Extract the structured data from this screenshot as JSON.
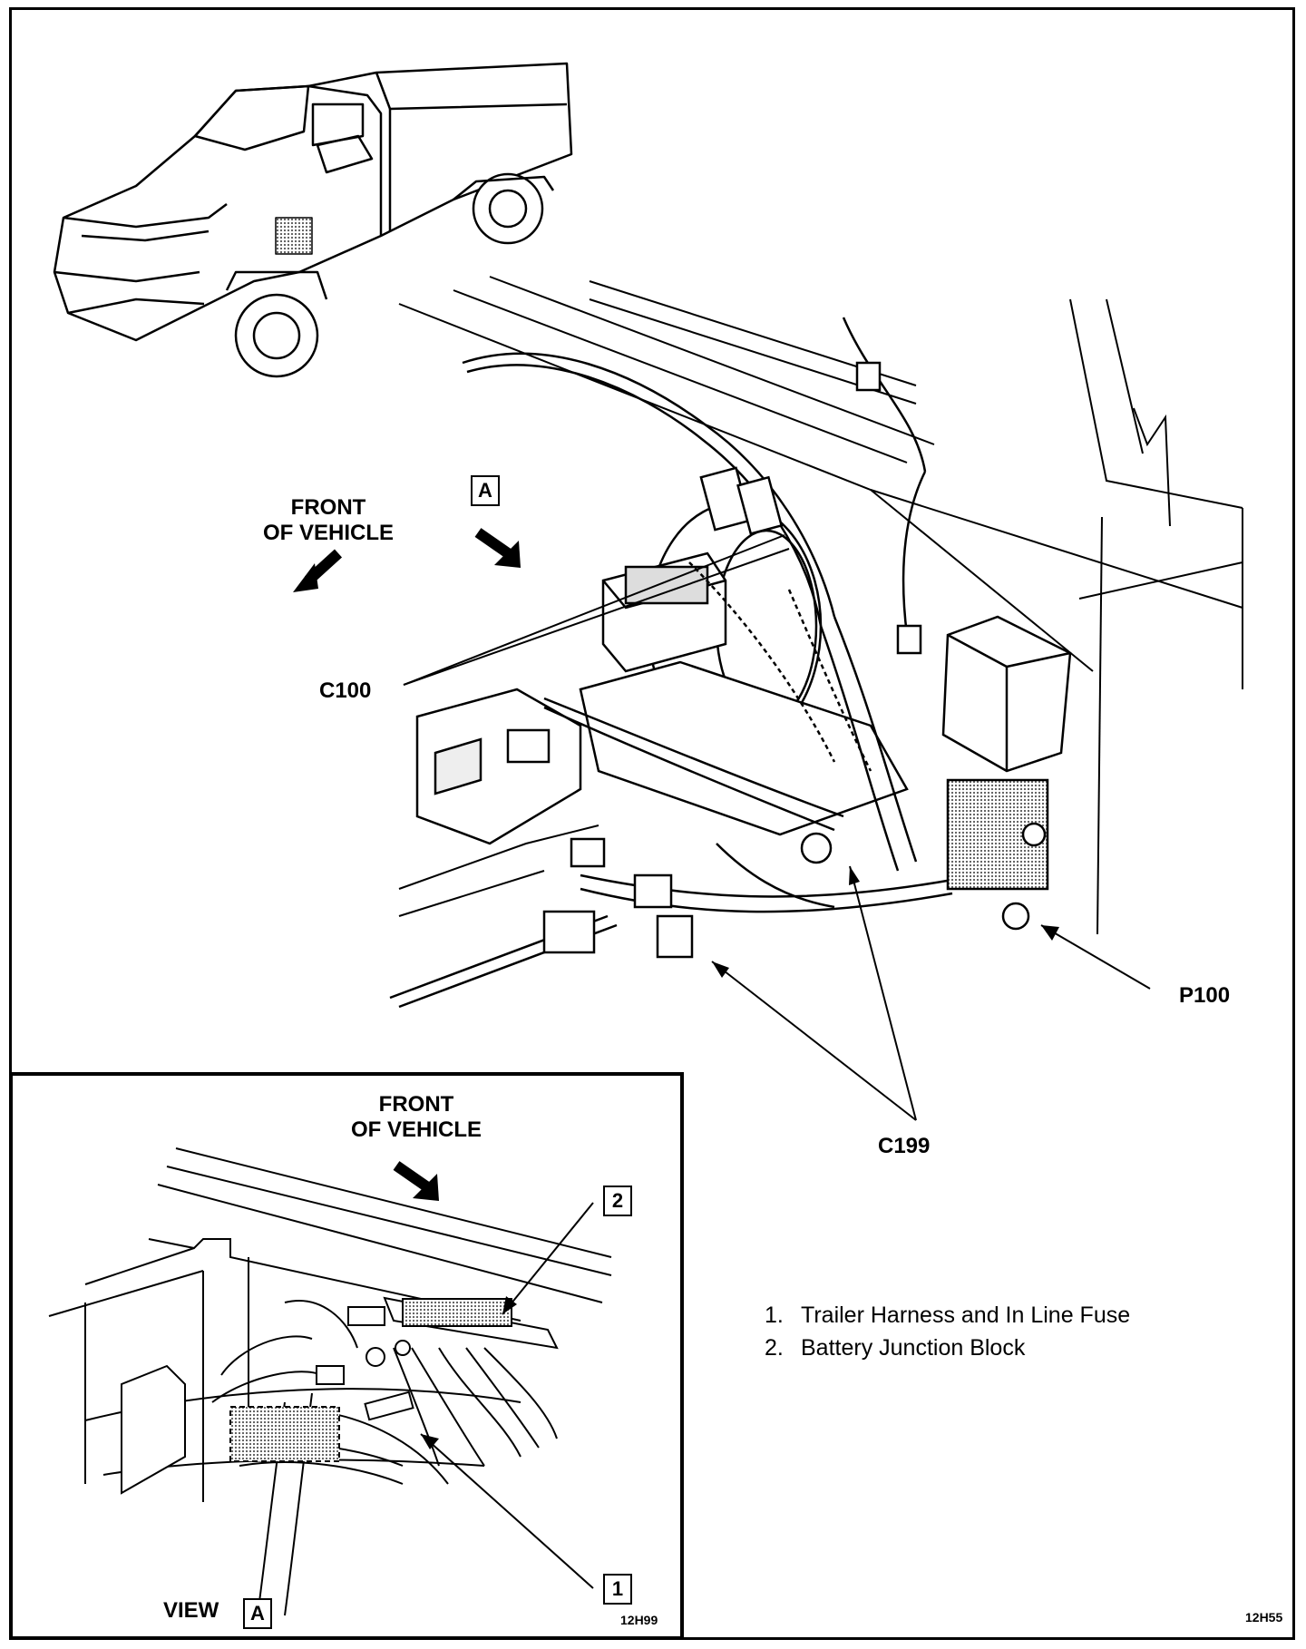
{
  "main_view": {
    "front_label_line1": "FRONT",
    "front_label_line2": "OF VEHICLE",
    "view_marker": "A",
    "connectors": {
      "c100": "C100",
      "c199": "C199",
      "p100": "P100"
    },
    "figure_code": "12H55"
  },
  "inset_view": {
    "front_label_line1": "FRONT",
    "front_label_line2": "OF VEHICLE",
    "view_word": "VIEW",
    "view_marker": "A",
    "callout_1": "1",
    "callout_2": "2",
    "figure_code": "12H99"
  },
  "legend": {
    "items": [
      {
        "number": "1.",
        "text": "Trailer Harness and In Line Fuse"
      },
      {
        "number": "2.",
        "text": "Battery Junction Block"
      }
    ]
  }
}
